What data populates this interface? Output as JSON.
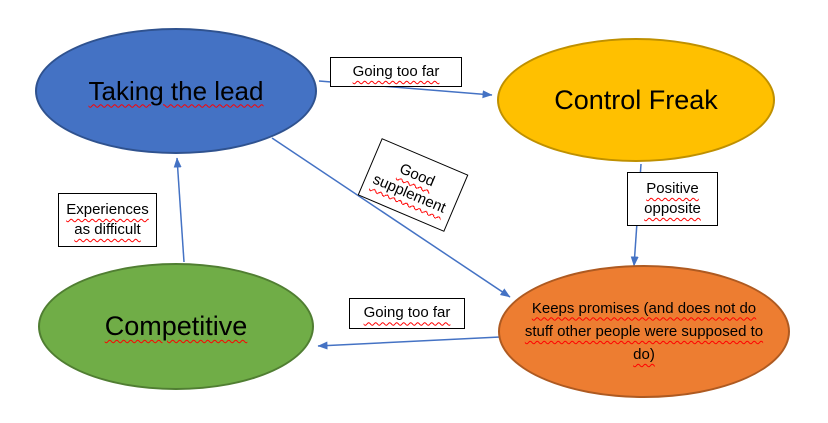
{
  "diagram": {
    "nodes": {
      "taking_the_lead": {
        "label": "Taking the lead"
      },
      "control_freak": {
        "label": "Control Freak"
      },
      "competitive": {
        "label": "Competitive"
      },
      "keeps_promises": {
        "label": "Keeps promises (and does not do stuff other people were supposed to do)"
      }
    },
    "edge_labels": {
      "top": "Going too far",
      "right": "Positive opposite",
      "diagonal": "Good supplement",
      "left": "Experiences as difficult",
      "bottom": "Going too far"
    },
    "colors": {
      "blue_fill": "#4472C4",
      "blue_border": "#2F528F",
      "yellow_fill": "#FFC000",
      "yellow_border": "#BF9000",
      "green_fill": "#70AD47",
      "green_border": "#507E32",
      "orange_fill": "#ED7D31",
      "orange_border": "#AE5A21",
      "arrow": "#4472C4",
      "squiggle": "#FF0000",
      "label_box_fill": "#FFFFFF",
      "label_box_border": "#000000"
    }
  }
}
